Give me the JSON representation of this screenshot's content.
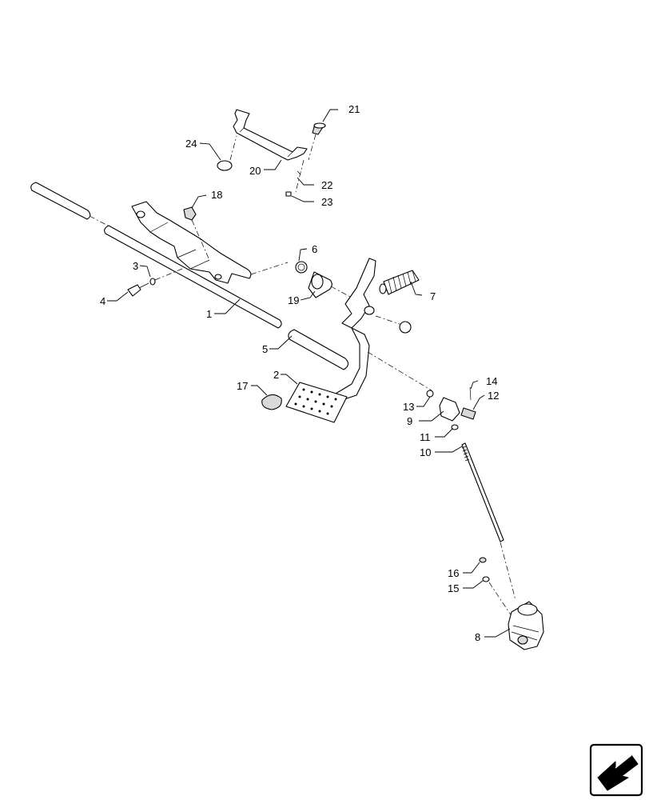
{
  "callouts": [
    {
      "id": "1",
      "text": "1"
    },
    {
      "id": "2",
      "text": "2"
    },
    {
      "id": "3",
      "text": "3"
    },
    {
      "id": "4",
      "text": "4"
    },
    {
      "id": "5",
      "text": "5"
    },
    {
      "id": "6",
      "text": "6"
    },
    {
      "id": "7",
      "text": "7"
    },
    {
      "id": "8",
      "text": "8"
    },
    {
      "id": "9",
      "text": "9"
    },
    {
      "id": "10",
      "text": "10"
    },
    {
      "id": "11",
      "text": "11"
    },
    {
      "id": "12",
      "text": "12"
    },
    {
      "id": "13",
      "text": "13"
    },
    {
      "id": "14",
      "text": "14"
    },
    {
      "id": "15",
      "text": "15"
    },
    {
      "id": "16",
      "text": "16"
    },
    {
      "id": "17",
      "text": "17"
    },
    {
      "id": "18",
      "text": "18"
    },
    {
      "id": "19",
      "text": "19"
    },
    {
      "id": "20",
      "text": "20"
    },
    {
      "id": "21",
      "text": "21"
    },
    {
      "id": "22",
      "text": "22"
    },
    {
      "id": "23",
      "text": "23"
    },
    {
      "id": "24",
      "text": "24"
    }
  ],
  "nav_icon": "next-page-arrow-icon"
}
